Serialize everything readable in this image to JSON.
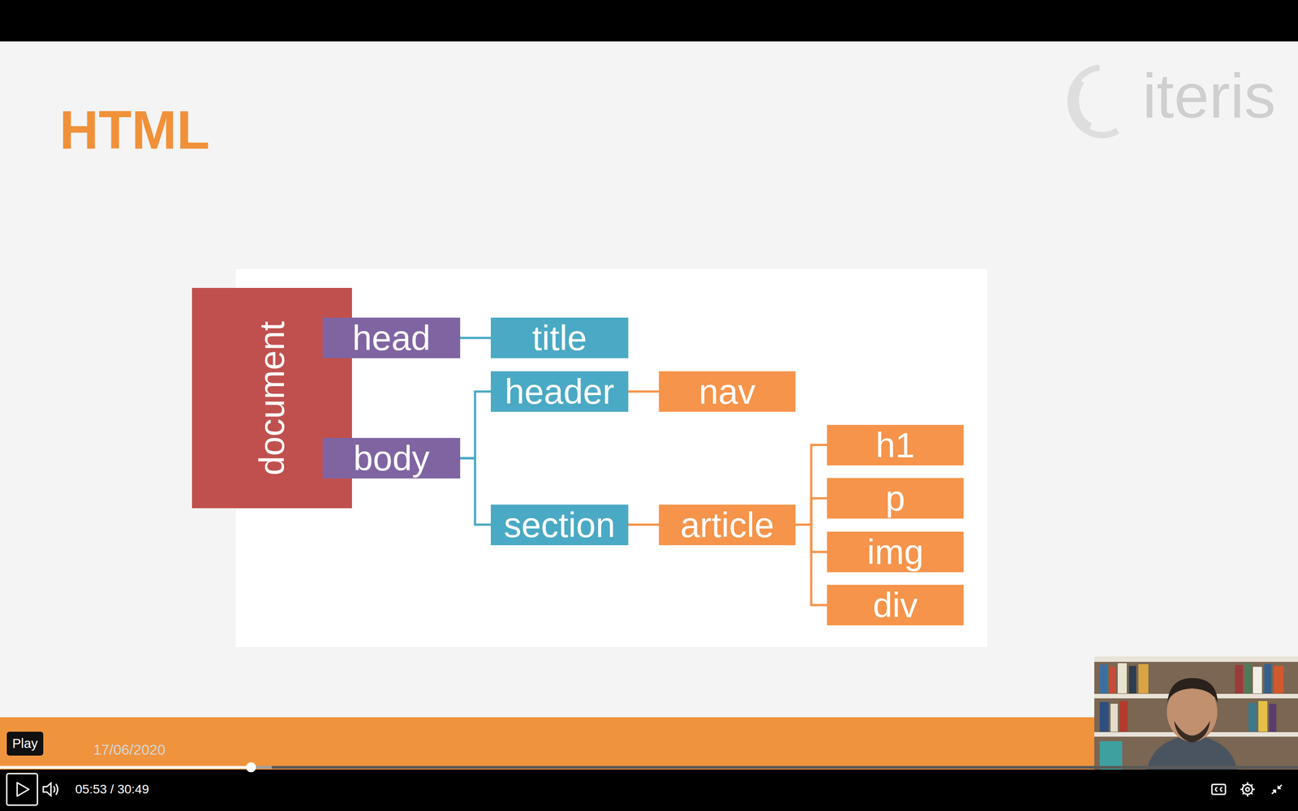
{
  "diagram": {
    "title": "HTML",
    "nodes": [
      {
        "text": [
          "document"
        ]
      },
      {
        "text": [
          "head"
        ]
      },
      {
        "text": [
          "title"
        ]
      },
      {
        "text": [
          "body"
        ]
      },
      {
        "text": [
          "header"
        ]
      },
      {
        "text": [
          "nav"
        ]
      },
      {
        "text": [
          "section"
        ]
      },
      {
        "text": [
          "article"
        ]
      },
      {
        "text": [
          "h1"
        ]
      },
      {
        "text": [
          "p"
        ]
      },
      {
        "text": [
          "img"
        ]
      },
      {
        "text": [
          "div"
        ]
      }
    ],
    "edges": [
      {
        "from": 0,
        "to": 1,
        "arrow": "none"
      },
      {
        "from": 0,
        "to": 3,
        "arrow": "none"
      },
      {
        "from": 1,
        "to": 2,
        "arrow": "none"
      },
      {
        "from": 3,
        "to": 4,
        "arrow": "none"
      },
      {
        "from": 3,
        "to": 6,
        "arrow": "none"
      },
      {
        "from": 4,
        "to": 5,
        "arrow": "none"
      },
      {
        "from": 6,
        "to": 7,
        "arrow": "none"
      },
      {
        "from": 7,
        "to": 8,
        "arrow": "none"
      },
      {
        "from": 7,
        "to": 9,
        "arrow": "none"
      },
      {
        "from": 7,
        "to": 10,
        "arrow": "none"
      },
      {
        "from": 7,
        "to": 11,
        "arrow": "none"
      }
    ],
    "labels": [
      "iteris",
      "17/06/2020",
      "Play",
      "05:53 / 30:49"
    ]
  }
}
